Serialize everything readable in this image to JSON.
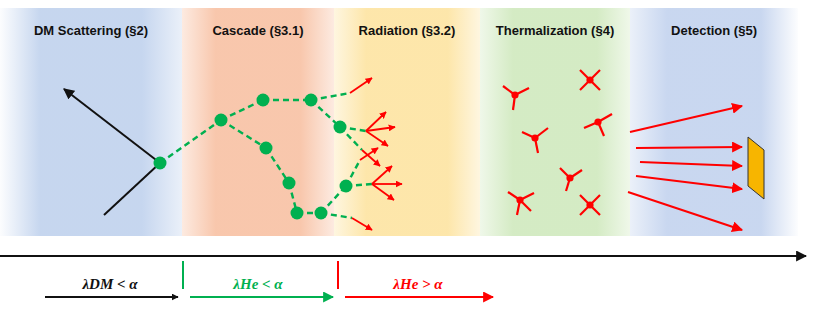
{
  "diagram": {
    "nodes": [
      {
        "text": [
          "DM Scattering (§2)"
        ]
      },
      {
        "text": [
          "Cascade (§3.1)"
        ]
      },
      {
        "text": [
          "Radiation (§3.2)"
        ]
      },
      {
        "text": [
          "Thermalization (§4)"
        ]
      },
      {
        "text": [
          "Detection (§5)"
        ]
      }
    ],
    "edges": [],
    "labels": [
      "λDM < α",
      "λHe < α",
      "λHe > α"
    ]
  }
}
